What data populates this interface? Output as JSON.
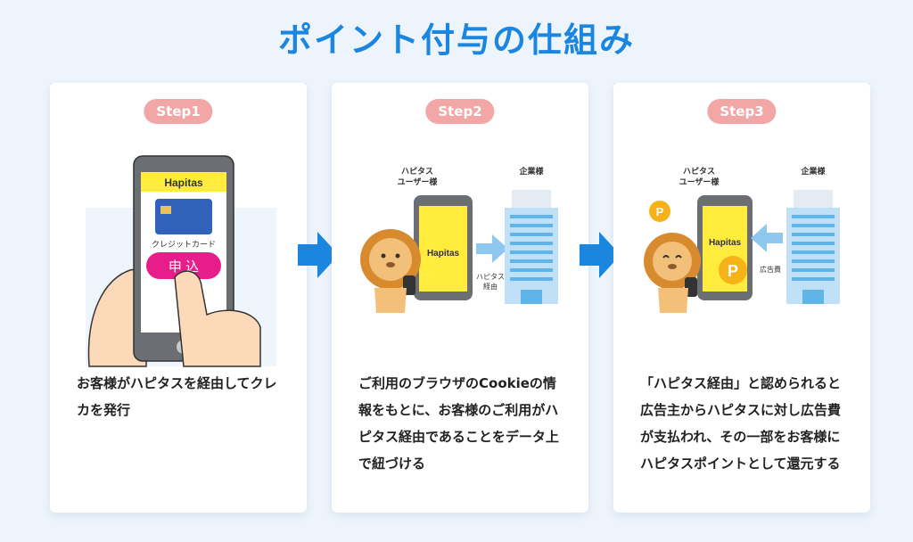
{
  "title": "ポイント付与の仕組み",
  "steps": [
    {
      "label": "Step1",
      "description": "お客様がハピタスを経由してクレカを発行",
      "illustration": {
        "brand": "Hapitas",
        "card_label": "クレジットカード",
        "apply_button": "申 込"
      }
    },
    {
      "label": "Step2",
      "description": "ご利用のブラウザのCookieの情報をもとに、お客様のご利用がハピタス経由であることをデータ上で紐づける",
      "illustration": {
        "user_label": [
          "ハピタス",
          "ユーザー様"
        ],
        "company_label": "企業様",
        "brand": "Hapitas",
        "flow_label": [
          "ハピタス",
          "経由"
        ]
      }
    },
    {
      "label": "Step3",
      "description": "「ハピタス経由」と認められると広告主からハピタスに対し広告費が支払われ、その一部をお客様にハピタスポイントとして還元する",
      "illustration": {
        "user_label": [
          "ハピタス",
          "ユーザー様"
        ],
        "company_label": "企業様",
        "brand": "Hapitas",
        "flow_label": "広告費",
        "coin_symbol": "P"
      }
    }
  ],
  "colors": {
    "title": "#1a86e0",
    "badge": "#f2a6a6",
    "arrow": "#1a86e0",
    "phone_screen": "#ffec3d"
  }
}
